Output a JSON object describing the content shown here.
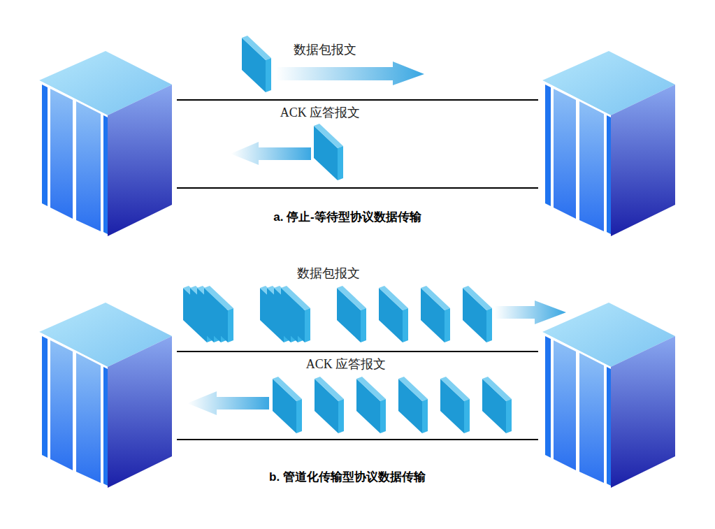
{
  "diagram": {
    "labels": [
      "数据包报文",
      "ACK 应答报文",
      "a. 停止-等待型协议数据传输",
      "数据包报文",
      "ACK 应答报文",
      "b. 管道化传输型协议数据传输"
    ]
  }
}
